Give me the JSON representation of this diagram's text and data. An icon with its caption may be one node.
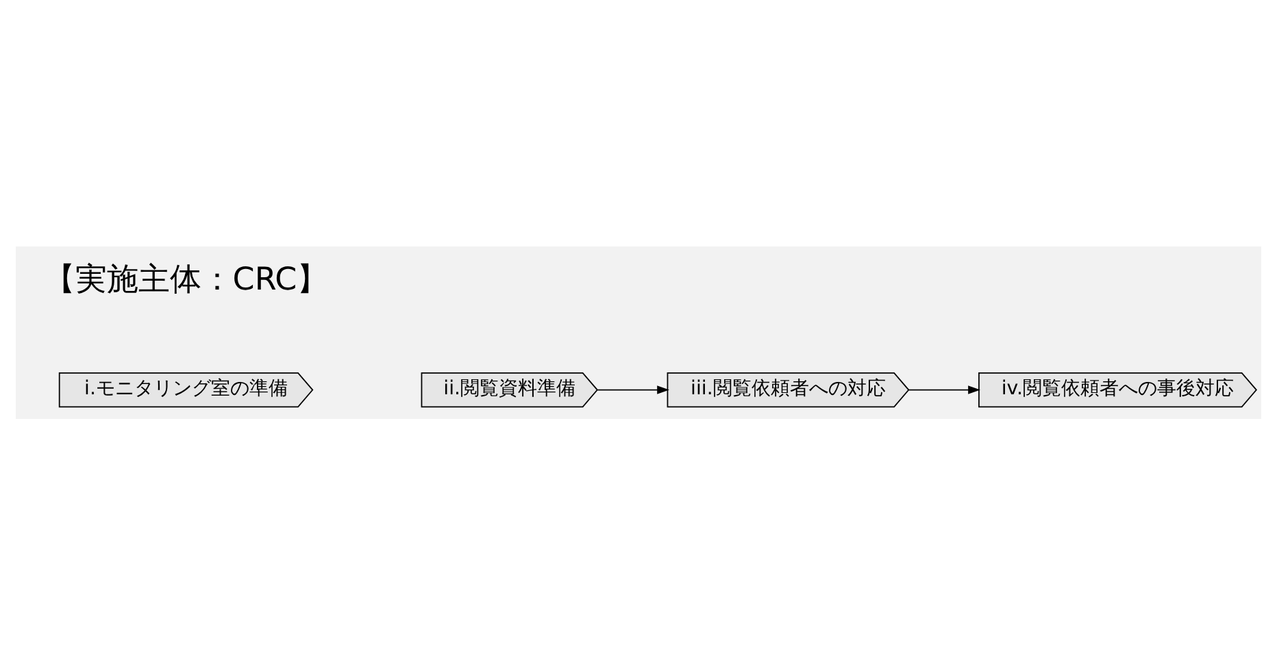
{
  "diagram": {
    "nodes": [
      {
        "text": [
          "i.モニタリング室の準備"
        ]
      },
      {
        "text": [
          "ii.閲覧資料準備"
        ]
      },
      {
        "text": [
          "iii.閲覧依頼者への対応"
        ]
      },
      {
        "text": [
          "iv.閲覧依頼者への事後対応"
        ]
      }
    ],
    "edges": [
      {
        "from": 1,
        "to": 2,
        "arrow": "to"
      },
      {
        "from": 2,
        "to": 3,
        "arrow": "to"
      }
    ],
    "labels": [
      "【実施主体：CRC】"
    ]
  }
}
